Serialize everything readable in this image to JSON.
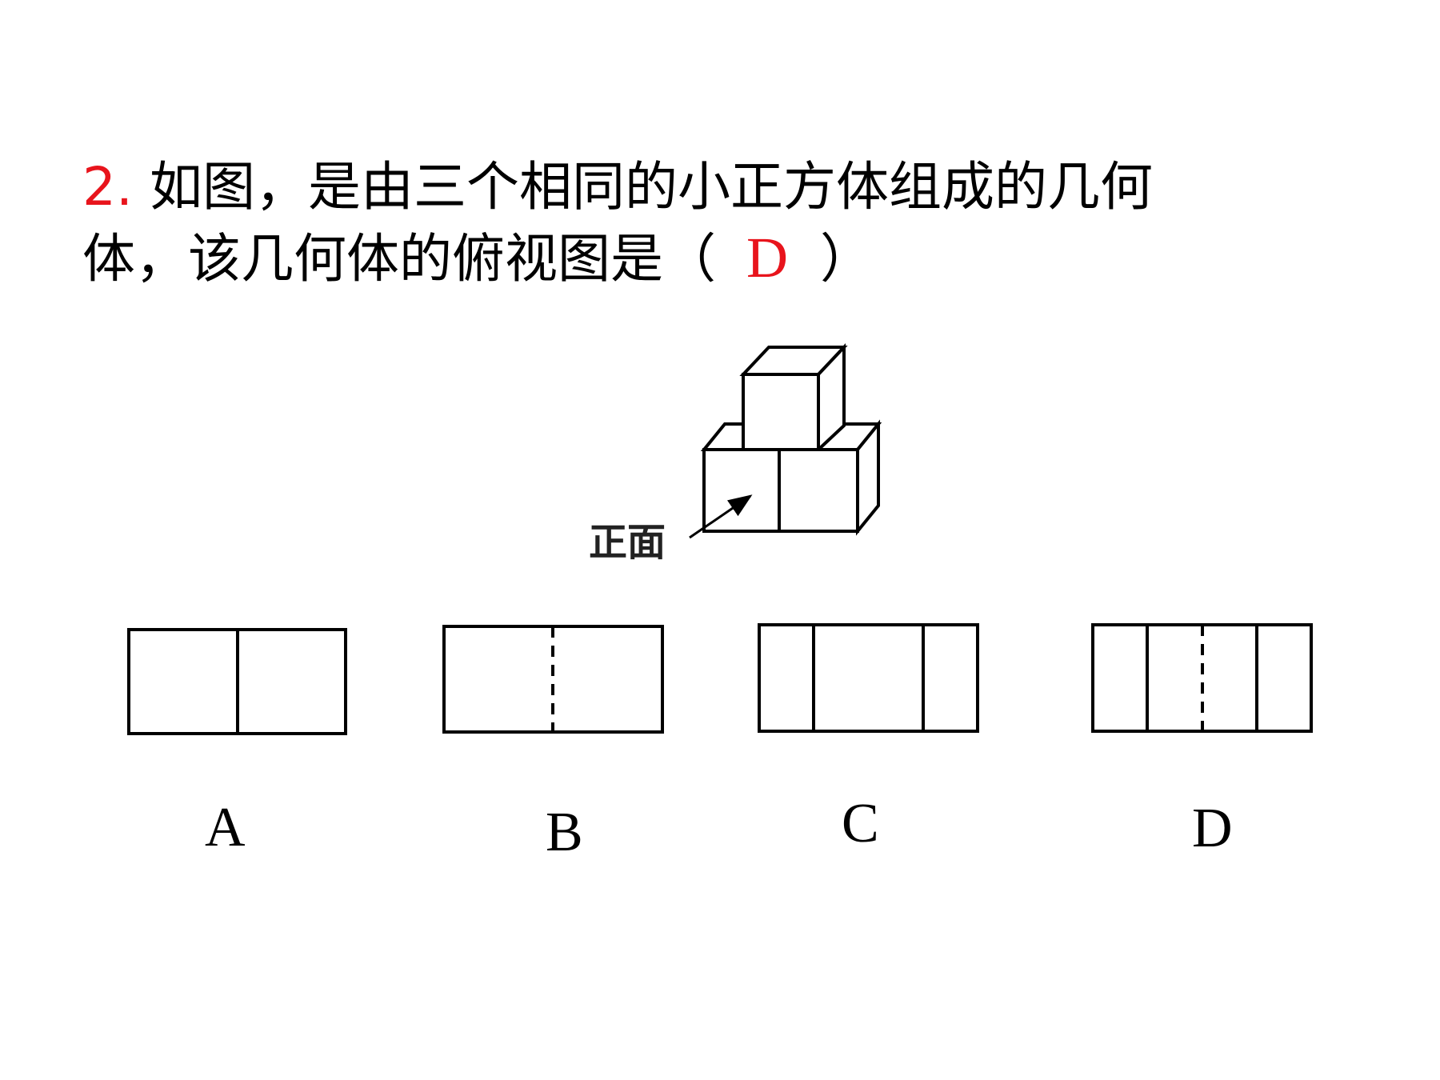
{
  "question": {
    "number": "2.",
    "line1_text": "如图，是由三个相同的小正方体组成的几何",
    "line2_text": "体，该几何体的俯视图是",
    "open_paren": "（",
    "answer": "D",
    "close_paren": "）"
  },
  "figure": {
    "front_label": "正面"
  },
  "options": [
    {
      "label": "A"
    },
    {
      "label": "B"
    },
    {
      "label": "C"
    },
    {
      "label": "D"
    }
  ],
  "colors": {
    "accent_red": "#e8141c",
    "line": "#000000"
  }
}
